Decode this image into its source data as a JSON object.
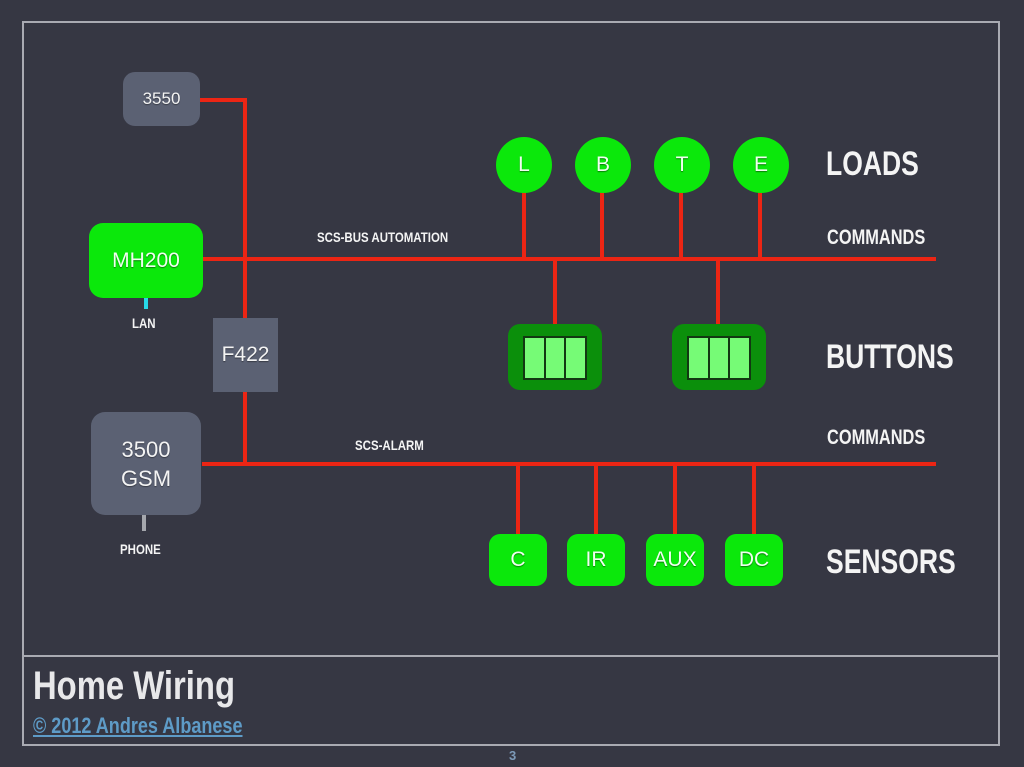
{
  "slide": {
    "title": "Home Wiring",
    "credit": "© 2012 Andres Albanese",
    "page_number": "3"
  },
  "devices": {
    "d3550": "3550",
    "mh200": "MH200",
    "f422": "F422",
    "gsm_line1": "3500",
    "gsm_line2": "GSM"
  },
  "connectors": {
    "lan": "LAN",
    "phone": "PHONE"
  },
  "buses": {
    "automation": "SCS-BUS AUTOMATION",
    "alarm": "SCS-ALARM"
  },
  "loads": [
    {
      "label": "L"
    },
    {
      "label": "B"
    },
    {
      "label": "T"
    },
    {
      "label": "E"
    }
  ],
  "button_panels": [
    {
      "name": "button-panel-1",
      "cells": 3
    },
    {
      "name": "button-panel-2",
      "cells": 3
    }
  ],
  "sensors": [
    {
      "label": "C"
    },
    {
      "label": "IR"
    },
    {
      "label": "AUX"
    },
    {
      "label": "DC"
    }
  ],
  "side_labels": {
    "loads": "LOADS",
    "commands_top": "COMMANDS",
    "buttons": "BUTTONS",
    "commands_bottom": "COMMANDS",
    "sensors": "SENSORS"
  },
  "colors": {
    "background": "#363743",
    "wire": "#ec2514",
    "device_green": "#0be80b",
    "device_gray": "#5b6173",
    "lan_line": "#27d9e8",
    "phone_line": "#a5a7ad",
    "credit_link": "#5e9bc7"
  }
}
